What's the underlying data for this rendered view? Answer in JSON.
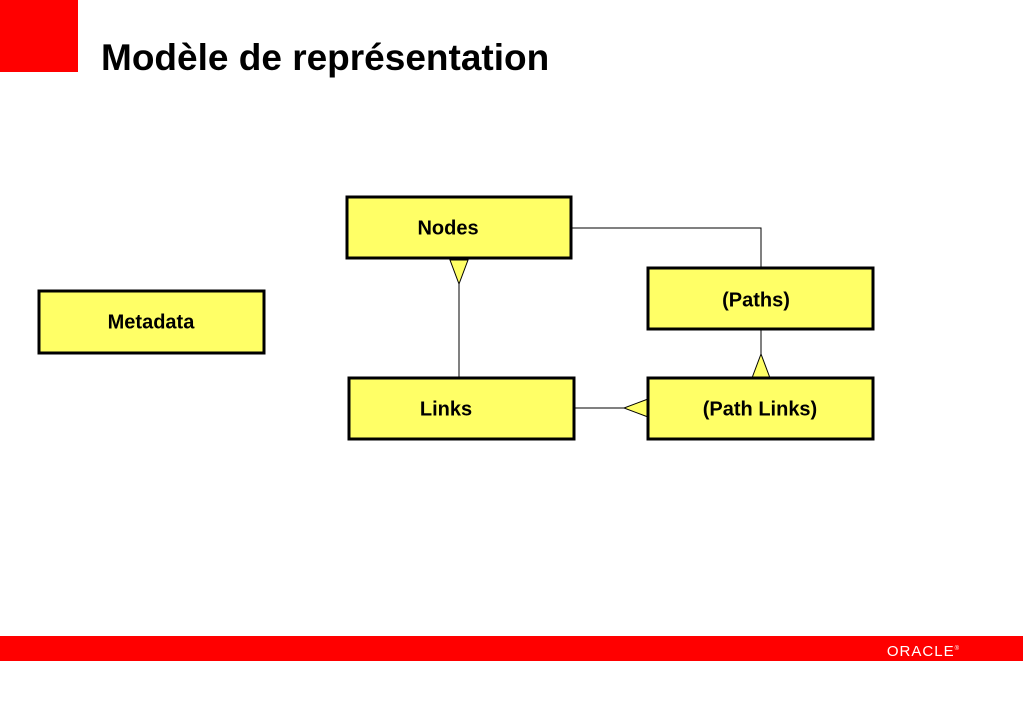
{
  "slide": {
    "title": "Modèle de représentation"
  },
  "diagram": {
    "entities": {
      "nodes": "Nodes",
      "metadata": "Metadata",
      "paths": "(Paths)",
      "links": "Links",
      "path_links": "(Path Links)"
    }
  },
  "footer": {
    "logo_text": "ORACLE",
    "logo_mark": "®"
  },
  "colors": {
    "brand_red": "#ff0000",
    "entity_fill": "#ffff66",
    "outline": "#000000"
  }
}
